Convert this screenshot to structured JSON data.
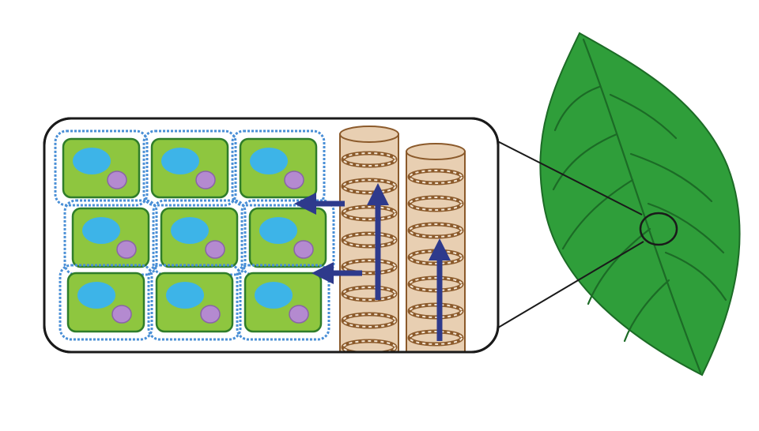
{
  "diagram": {
    "colors": {
      "background": "#ffffff",
      "leaf_fill": "#2f9e3a",
      "leaf_vein": "#1c6b26",
      "outline": "#1a1a1a",
      "cell_fill": "#8ec63f",
      "cell_border": "#2f7d2a",
      "cell_halo": "#4a8fd6",
      "vacuole": "#3db4e8",
      "nucleus": "#b48ad0",
      "vessel_fill": "#e8cfb2",
      "vessel_stroke": "#8b5a2b",
      "arrow": "#2e3a8c"
    },
    "cell_grid": {
      "rows": 3,
      "columns": 3
    },
    "xylem_vessels": 2,
    "icons": [
      "leaf-icon",
      "zoom-circle-icon",
      "cell-icon",
      "xylem-vessel-icon",
      "water-flow-arrow-icon"
    ]
  }
}
